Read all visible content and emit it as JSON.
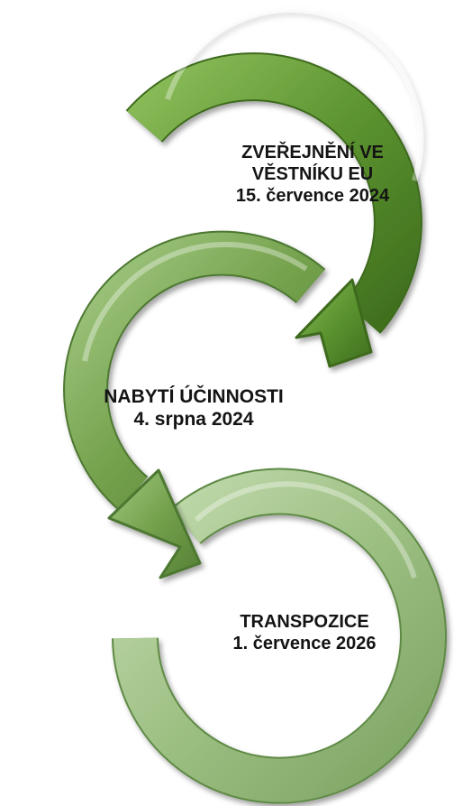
{
  "stages": [
    {
      "title_line1": "ZVEŘEJNĚNÍ VE",
      "title_line2": "VĚSTNÍKU EU",
      "date": "15. července 2024",
      "color": "#5e9432"
    },
    {
      "title_line1": "NABYTÍ ÚČINNOSTI",
      "date": "4. srpna 2024",
      "color": "#78a550"
    },
    {
      "title_line1": "TRANSPOZICE",
      "date": "1. července 2026",
      "color": "#9cbf82"
    }
  ]
}
